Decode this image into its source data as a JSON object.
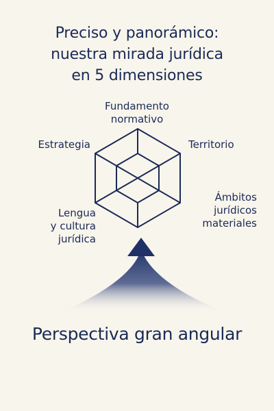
{
  "title": {
    "line1": "Preciso y panorámico:",
    "line2": "nuestra mirada jurídica",
    "line3": "en 5 dimensiones"
  },
  "dimensions": {
    "top": {
      "line1": "Fundamento",
      "line2": "normativo"
    },
    "left_top": {
      "line1": "Estrategia"
    },
    "right_top": {
      "line1": "Territorio"
    },
    "left_bottom": {
      "line1": "Lengua",
      "line2": "y cultura",
      "line3": "jurídica"
    },
    "right_bottom": {
      "line1": "Ámbitos",
      "line2": "jurídicos",
      "line3": "materiales"
    }
  },
  "footer": {
    "text": "Perspectiva gran angular"
  },
  "colors": {
    "background": "#f8f5ec",
    "ink": "#1a2a57",
    "arrow": "#1f3166"
  },
  "icons": {
    "central": "nested-hexagon-icon",
    "arrow": "upward-arrow-icon"
  }
}
